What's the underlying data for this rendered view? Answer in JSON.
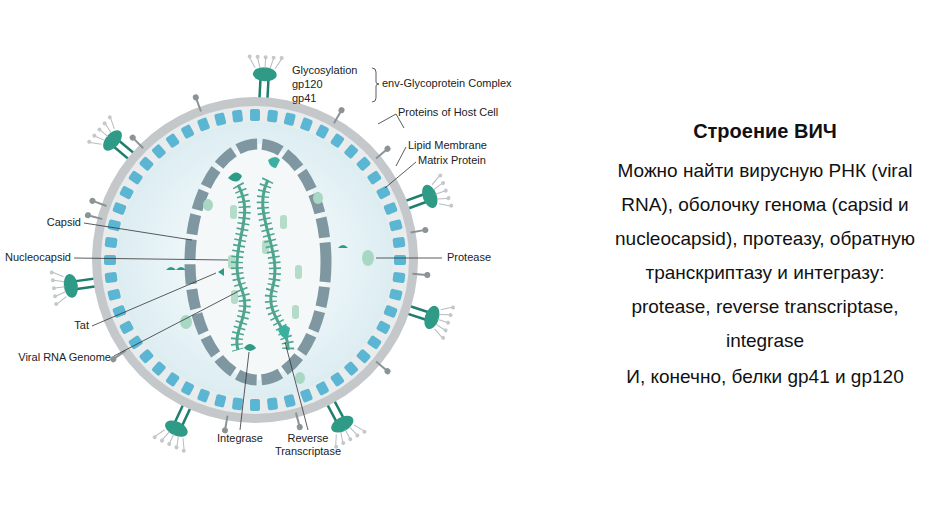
{
  "diagram": {
    "title": "Строение ВИЧ",
    "labels": [
      "Glycosylation",
      "gp120",
      "gp41",
      "env-Glycoprotein Complex",
      "Proteins of Host Cell",
      "Lipid Membrane",
      "Matrix Protein",
      "Capsid",
      "Nucleocapsid",
      "Protease",
      "Tat",
      "Viral RNA Genome",
      "Integrase",
      "Reverse Transcriptase",
      "Можно найти вирусную РНК (viral RNA), оболочку генома (capsid и nucleocapsid), протеазу, обратную транскриптазу и интегразу: protease, reverse transcriptase, integrase",
      "И, конечно, белки gp41 и gp120"
    ]
  }
}
